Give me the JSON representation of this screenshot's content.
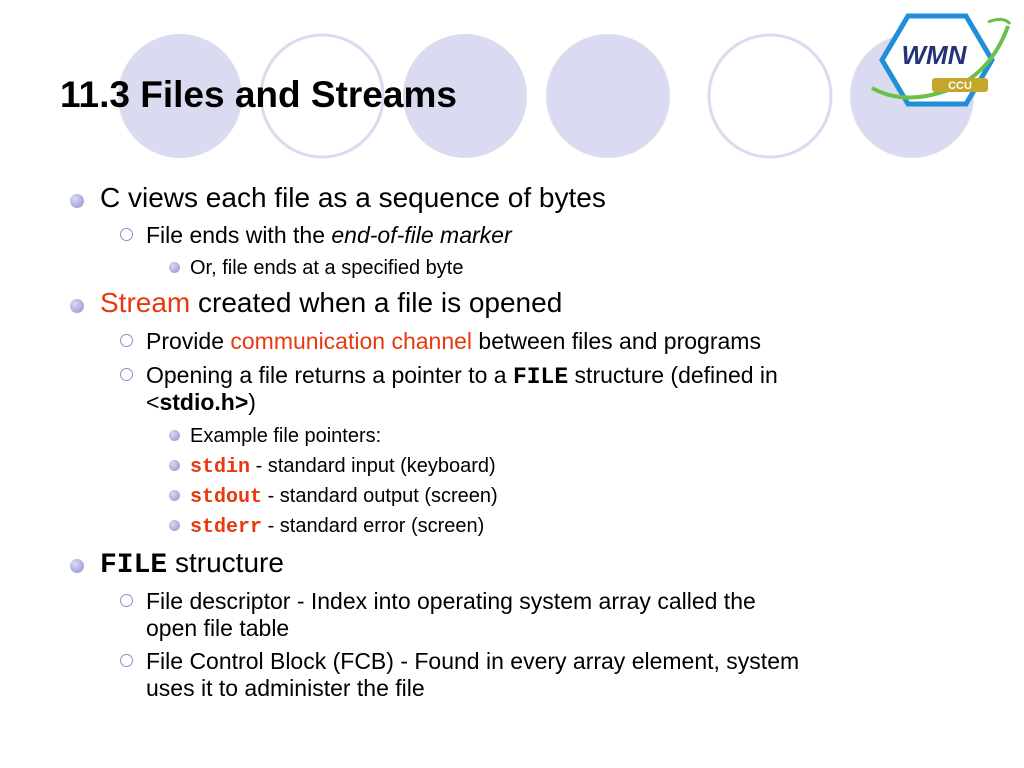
{
  "slide": {
    "title": "11.3 Files and Streams",
    "logo": {
      "main": "WMN",
      "sub": "CCU"
    },
    "colors": {
      "bullet": "#8f8fd0",
      "circle_fill": "#dadaf0",
      "highlight": "#e8380d"
    }
  },
  "bullets": {
    "b1": {
      "text": "C views each file as a sequence of bytes"
    },
    "b1_1": {
      "text": "File ends with the ",
      "em": "end-of-file marker"
    },
    "b1_1_1": {
      "text": "Or, file ends at a specified byte"
    },
    "b2": {
      "highlight": "Stream",
      "text": " created when a file is opened"
    },
    "b2_1": {
      "pre": "Provide ",
      "highlight": "communication channel",
      "post": " between files and programs"
    },
    "b2_2": {
      "pre": "Opening a file returns a pointer to a ",
      "code": "FILE",
      "post": " structure (defined in",
      "line2_pre": "<",
      "line2_bold": "stdio.h>",
      "line2_post": ")"
    },
    "b2_2_1": {
      "text": "Example file pointers:"
    },
    "b2_2_2": {
      "code": "stdin",
      "text": " - standard input (keyboard)"
    },
    "b2_2_3": {
      "code": "stdout",
      "text": " - standard output (screen)"
    },
    "b2_2_4": {
      "code": "stderr",
      "text": " - standard error (screen)"
    },
    "b3": {
      "code": "FILE",
      "text": " structure"
    },
    "b3_1": {
      "line1": "File descriptor - Index into operating system array called the",
      "line2": "open file table"
    },
    "b3_2": {
      "line1": "File Control Block (FCB) - Found in every array element, system",
      "line2": "uses it to administer the file"
    }
  }
}
